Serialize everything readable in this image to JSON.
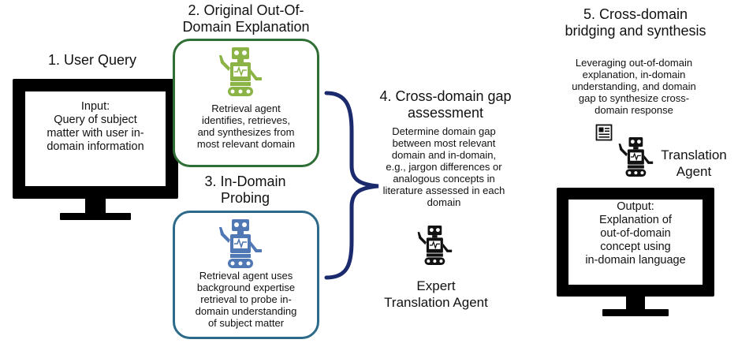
{
  "step1": {
    "title": "1. User Query",
    "screen_text": [
      "Input:",
      "Query of subject",
      "matter with user in-",
      "domain information"
    ]
  },
  "step2": {
    "title": [
      "2. Original Out-Of-",
      "Domain Explanation"
    ],
    "text": [
      "Retrieval agent",
      "identifies, retrieves,",
      "and synthesizes from",
      "most relevant domain"
    ],
    "robot_color": "#8bb345"
  },
  "step3": {
    "title": [
      "3. In-Domain",
      "Probing"
    ],
    "text": [
      "Retrieval agent uses",
      "background expertise",
      "retrieval to probe in-",
      "domain understanding",
      "of subject matter"
    ],
    "robot_color": "#5078b4"
  },
  "step4": {
    "title": [
      "4. Cross-domain gap",
      "assessment"
    ],
    "text": [
      "Determine domain gap",
      "between most relevant",
      "domain and in-domain,",
      "e.g., jargon differences or",
      "analogous concepts in",
      "literature assessed in each",
      "domain"
    ],
    "agent_label": [
      "Expert",
      "Translation Agent"
    ]
  },
  "step5": {
    "title": [
      "5. Cross-domain",
      "bridging and synthesis"
    ],
    "text": [
      "Leveraging out-of-domain",
      "explanation, in-domain",
      "understanding, and domain",
      "gap to synthesize cross-",
      "domain response"
    ],
    "agent_label": [
      "Translation",
      "Agent"
    ],
    "screen_text": [
      "Output:",
      "Explanation of",
      "out-of-domain",
      "concept using",
      "in-domain language"
    ]
  },
  "colors": {
    "green_border": "#2f6e34",
    "blue_border": "#2d6a8a",
    "brace": "#1a2a6c"
  }
}
